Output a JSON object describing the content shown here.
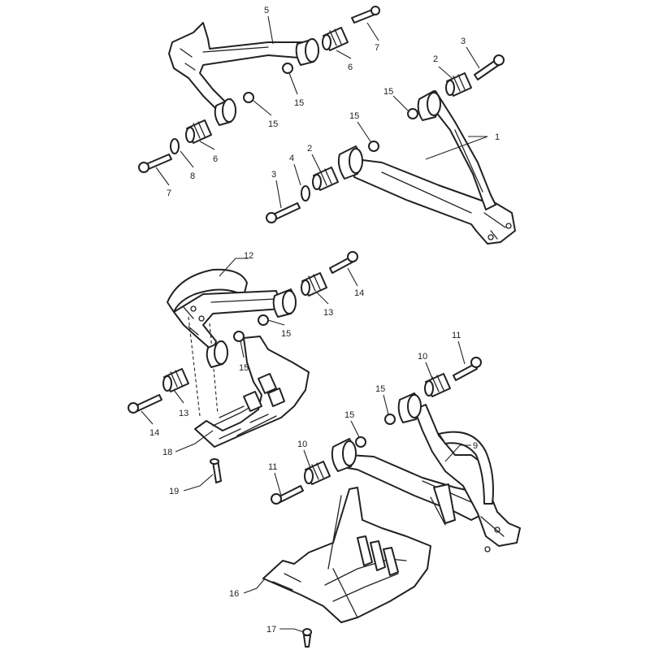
{
  "callouts": [
    {
      "id": "c1",
      "number": "1"
    },
    {
      "id": "c2a",
      "number": "2"
    },
    {
      "id": "c2b",
      "number": "2"
    },
    {
      "id": "c3a",
      "number": "3"
    },
    {
      "id": "c3b",
      "number": "3"
    },
    {
      "id": "c4",
      "number": "4"
    },
    {
      "id": "c5",
      "number": "5"
    },
    {
      "id": "c6a",
      "number": "6"
    },
    {
      "id": "c6b",
      "number": "6"
    },
    {
      "id": "c7a",
      "number": "7"
    },
    {
      "id": "c7b",
      "number": "7"
    },
    {
      "id": "c8",
      "number": "8"
    },
    {
      "id": "c9",
      "number": "9"
    },
    {
      "id": "c10a",
      "number": "10"
    },
    {
      "id": "c10b",
      "number": "10"
    },
    {
      "id": "c11a",
      "number": "11"
    },
    {
      "id": "c11b",
      "number": "11"
    },
    {
      "id": "c12",
      "number": "12"
    },
    {
      "id": "c13a",
      "number": "13"
    },
    {
      "id": "c13b",
      "number": "13"
    },
    {
      "id": "c14a",
      "number": "14"
    },
    {
      "id": "c14b",
      "number": "14"
    },
    {
      "id": "c15a",
      "number": "15"
    },
    {
      "id": "c15b",
      "number": "15"
    },
    {
      "id": "c15c",
      "number": "15"
    },
    {
      "id": "c15d",
      "number": "15"
    },
    {
      "id": "c15e",
      "number": "15"
    },
    {
      "id": "c15f",
      "number": "15"
    },
    {
      "id": "c15g",
      "number": "15"
    },
    {
      "id": "c15h",
      "number": "15"
    },
    {
      "id": "c16",
      "number": "16"
    },
    {
      "id": "c17",
      "number": "17"
    },
    {
      "id": "c18",
      "number": "18"
    },
    {
      "id": "c19",
      "number": "19"
    }
  ]
}
